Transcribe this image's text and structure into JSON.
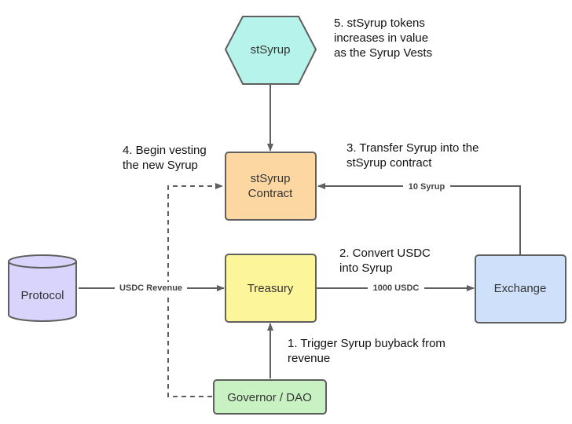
{
  "nodes": {
    "stsyrup": "stSyrup",
    "stsyrup_contract": [
      "stSyrup",
      "Contract"
    ],
    "treasury": "Treasury",
    "protocol": "Protocol",
    "exchange": "Exchange",
    "governor": "Governor / DAO"
  },
  "edge_labels": {
    "usdc_revenue": "USDC Revenue",
    "usdc_1000": "1000 USDC",
    "syrup_10": "10 Syrup"
  },
  "notes": {
    "step1": "1. Trigger Syrup buyback from\n    revenue",
    "step2": "2.  Convert USDC\ninto Syrup",
    "step3": "3. Transfer Syrup into the\nstSyrup contract",
    "step4": "4. Begin vesting\nthe new Syrup",
    "step5": "5. stSyrup tokens\nincreases in value\nas the Syrup Vests"
  },
  "colors": {
    "stsyrup_fill": "#b6f3ea",
    "contract_fill": "#fcd7a2",
    "treasury_fill": "#fdf59a",
    "protocol_fill": "#d9d4fb",
    "exchange_fill": "#cfe0fb",
    "governor_fill": "#c9f2c3",
    "stroke": "#5f5f5f"
  }
}
